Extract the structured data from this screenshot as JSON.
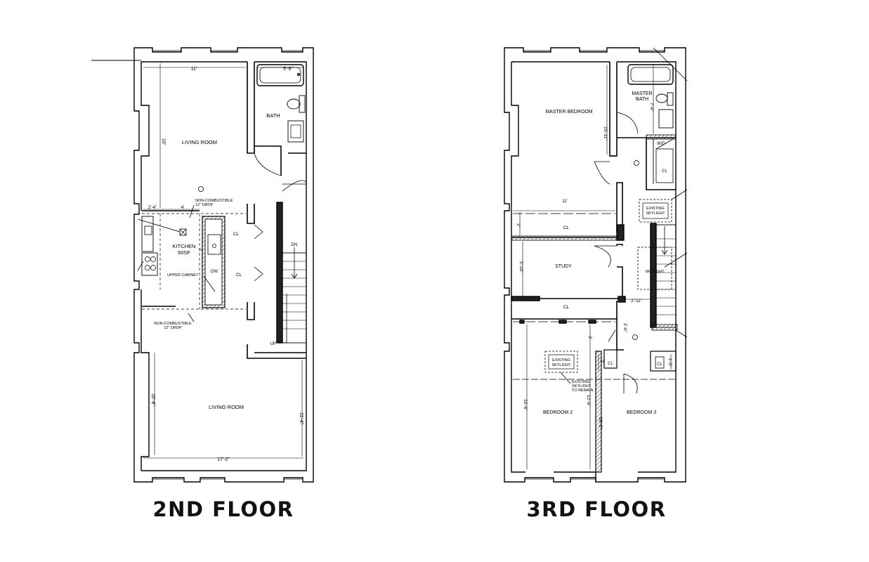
{
  "floors": [
    {
      "title": "2ND FLOOR",
      "labels": {
        "living_room_top": "LIVING ROOM",
        "bath": "BATH",
        "kitchen": "KITCHEN",
        "kitchen_area": "50SF",
        "non_combustible_1": "NON-COMBUSTIBLE",
        "drop_1": "12\" DROP",
        "non_combustible_2": "NON-COMBUSTIBLE",
        "drop_2": "12\" DROP",
        "upper_cabinet": "UPPER CABINET",
        "dw": "DW",
        "cl_1": "CL",
        "cl_2": "CL",
        "dn": "DN",
        "up": "UP",
        "living_room_bottom": "LIVING ROOM"
      },
      "dimensions": {
        "width_top": "11'",
        "bath_width": "5'-6\"",
        "height_top": "16'",
        "soffit_a": "2'-4\"",
        "soffit_b": "4'",
        "kitchen_depth": "3'",
        "height_bottom": "16'-8\"",
        "height_right": "11'-4\"",
        "width_bottom": "17'-2\""
      }
    },
    {
      "title": "3RD FLOOR",
      "labels": {
        "master_bedroom": "MASTER BEDROOM",
        "master_bath_1": "MASTER",
        "master_bath_2": "BATH",
        "wd": "W/D",
        "cl_wd": "CL",
        "cl_closet_1": "CL",
        "existing_skylight_1a": "EXISTING",
        "existing_skylight_1b": "SKYLIGHT",
        "study": "STUDY",
        "skylight_stair": "SKYLIGHT",
        "cl_closet_2": "CL",
        "existing_skylight_2a": "EXISTING",
        "existing_skylight_2b": "SKYLIGHT",
        "skylight_note_1": "EXISTING",
        "skylight_note_2": "SKYLIGHT",
        "skylight_note_3": "TO REMAIN",
        "bedroom_2": "BEDROOM 2",
        "bedroom_3": "BEDROOM 3",
        "cl_small": "CL",
        "cl_b3": "CL"
      },
      "dimensions": {
        "master_height": "15'-11\"",
        "master_bath_height": "7'-9\"",
        "width": "11'",
        "closet_depth": "2'",
        "study_height": "5'-10\"",
        "hall_width": "2'-11\"",
        "hall_depth": "2'-6\"",
        "b2_dim_a": "3'",
        "b2_dim_b": "12'-6\"",
        "b2_height": "15'-6\"",
        "b3_dim_a": "2'",
        "b3_height": "10'-2\"",
        "cl_dim": "1'-5\""
      }
    }
  ]
}
